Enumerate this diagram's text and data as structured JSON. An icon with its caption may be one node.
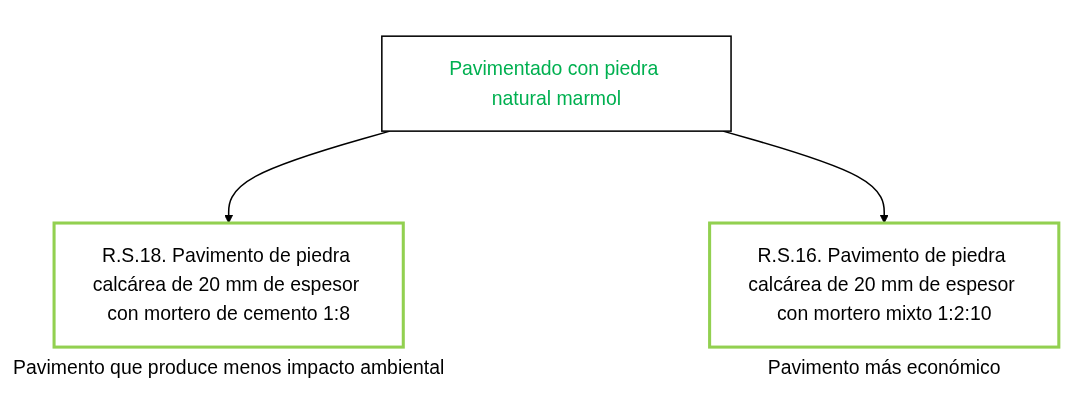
{
  "diagram": {
    "nodes": [
      {
        "text": [
          "Pavimentado con piedra natural marmol"
        ]
      },
      {
        "text": [
          "R.S.18. Pavimento de piedra calcárea de 20 mm de espesor con mortero de cemento 1:8"
        ],
        "beside": [
          "Pavimento que produce menos impacto ambiental"
        ]
      },
      {
        "text": [
          "R.S.16. Pavimento de piedra calcárea de 20 mm de espesor con mortero mixto 1:2:10"
        ],
        "beside": [
          "Pavimento más económico"
        ]
      }
    ],
    "edges": [
      {
        "from": 0,
        "to": 1,
        "arrow": "to"
      },
      {
        "from": 0,
        "to": 2,
        "arrow": "to"
      }
    ]
  }
}
